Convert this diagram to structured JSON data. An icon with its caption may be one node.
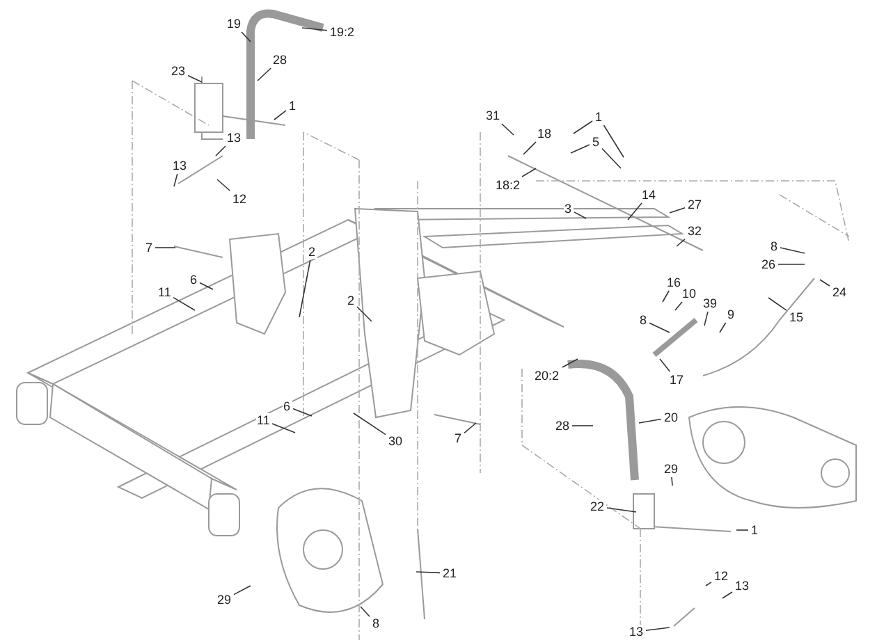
{
  "diagram": {
    "nodes": [
      {
        "text": [
          "19"
        ]
      },
      {
        "text": [
          "19:2"
        ]
      },
      {
        "text": [
          "23"
        ]
      },
      {
        "text": [
          "28"
        ]
      },
      {
        "text": [
          "1"
        ]
      },
      {
        "text": [
          "13"
        ]
      },
      {
        "text": [
          "13"
        ]
      },
      {
        "text": [
          "12"
        ]
      },
      {
        "text": [
          "7"
        ]
      },
      {
        "text": [
          "2"
        ]
      },
      {
        "text": [
          "6"
        ]
      },
      {
        "text": [
          "11"
        ]
      },
      {
        "text": [
          "2"
        ]
      },
      {
        "text": [
          "6"
        ]
      },
      {
        "text": [
          "11"
        ]
      },
      {
        "text": [
          "30"
        ]
      },
      {
        "text": [
          "7"
        ]
      },
      {
        "text": [
          "31"
        ]
      },
      {
        "text": [
          "18"
        ]
      },
      {
        "text": [
          "1"
        ]
      },
      {
        "text": [
          "5"
        ]
      },
      {
        "text": [
          "18:2"
        ]
      },
      {
        "text": [
          "3"
        ]
      },
      {
        "text": [
          "14"
        ]
      },
      {
        "text": [
          "27"
        ]
      },
      {
        "text": [
          "32"
        ]
      },
      {
        "text": [
          "8"
        ]
      },
      {
        "text": [
          "26"
        ]
      },
      {
        "text": [
          "24"
        ]
      },
      {
        "text": [
          "16"
        ]
      },
      {
        "text": [
          "10"
        ]
      },
      {
        "text": [
          "39"
        ]
      },
      {
        "text": [
          "9"
        ]
      },
      {
        "text": [
          "8"
        ]
      },
      {
        "text": [
          "15"
        ]
      },
      {
        "text": [
          "17"
        ]
      },
      {
        "text": [
          "20:2"
        ]
      },
      {
        "text": [
          "28"
        ]
      },
      {
        "text": [
          "20"
        ]
      },
      {
        "text": [
          "29"
        ]
      },
      {
        "text": [
          "22"
        ]
      },
      {
        "text": [
          "1"
        ]
      },
      {
        "text": [
          "12"
        ]
      },
      {
        "text": [
          "13"
        ]
      },
      {
        "text": [
          "13"
        ]
      },
      {
        "text": [
          "21"
        ]
      },
      {
        "text": [
          "29"
        ]
      },
      {
        "text": [
          "8"
        ]
      }
    ],
    "edges": [
      {
        "from": 0,
        "to": null,
        "arrow": "none"
      },
      {
        "from": 1,
        "to": null,
        "arrow": "none"
      },
      {
        "from": 2,
        "to": null,
        "arrow": "none"
      },
      {
        "from": 3,
        "to": null,
        "arrow": "none"
      },
      {
        "from": 4,
        "to": null,
        "arrow": "none"
      },
      {
        "from": 5,
        "to": null,
        "arrow": "none"
      },
      {
        "from": 6,
        "to": null,
        "arrow": "none"
      },
      {
        "from": 7,
        "to": null,
        "arrow": "none"
      },
      {
        "from": 8,
        "to": null,
        "arrow": "none"
      },
      {
        "from": 9,
        "to": null,
        "arrow": "none"
      },
      {
        "from": 10,
        "to": null,
        "arrow": "none"
      },
      {
        "from": 11,
        "to": null,
        "arrow": "none"
      },
      {
        "from": 12,
        "to": null,
        "arrow": "none"
      },
      {
        "from": 13,
        "to": null,
        "arrow": "none"
      },
      {
        "from": 14,
        "to": null,
        "arrow": "none"
      },
      {
        "from": 15,
        "to": null,
        "arrow": "none"
      },
      {
        "from": 16,
        "to": null,
        "arrow": "none"
      },
      {
        "from": 17,
        "to": null,
        "arrow": "none"
      },
      {
        "from": 18,
        "to": null,
        "arrow": "none"
      },
      {
        "from": 19,
        "to": null,
        "arrow": "none"
      },
      {
        "from": 19,
        "to": null,
        "arrow": "none"
      },
      {
        "from": 20,
        "to": null,
        "arrow": "none"
      },
      {
        "from": 20,
        "to": null,
        "arrow": "none"
      },
      {
        "from": 21,
        "to": null,
        "arrow": "none"
      },
      {
        "from": 22,
        "to": null,
        "arrow": "none"
      },
      {
        "from": 23,
        "to": null,
        "arrow": "none"
      },
      {
        "from": 24,
        "to": null,
        "arrow": "none"
      },
      {
        "from": 25,
        "to": null,
        "arrow": "none"
      },
      {
        "from": 26,
        "to": null,
        "arrow": "none"
      },
      {
        "from": 27,
        "to": null,
        "arrow": "none"
      },
      {
        "from": 28,
        "to": null,
        "arrow": "none"
      },
      {
        "from": 29,
        "to": null,
        "arrow": "none"
      },
      {
        "from": 30,
        "to": null,
        "arrow": "none"
      },
      {
        "from": 31,
        "to": null,
        "arrow": "none"
      },
      {
        "from": 32,
        "to": null,
        "arrow": "none"
      },
      {
        "from": 33,
        "to": null,
        "arrow": "none"
      },
      {
        "from": 34,
        "to": null,
        "arrow": "none"
      },
      {
        "from": 35,
        "to": null,
        "arrow": "none"
      },
      {
        "from": 36,
        "to": null,
        "arrow": "none"
      },
      {
        "from": 37,
        "to": null,
        "arrow": "none"
      },
      {
        "from": 38,
        "to": null,
        "arrow": "none"
      },
      {
        "from": 39,
        "to": null,
        "arrow": "none"
      },
      {
        "from": 40,
        "to": null,
        "arrow": "none"
      },
      {
        "from": 41,
        "to": null,
        "arrow": "none"
      },
      {
        "from": 42,
        "to": null,
        "arrow": "none"
      },
      {
        "from": 43,
        "to": null,
        "arrow": "none"
      },
      {
        "from": 44,
        "to": null,
        "arrow": "none"
      },
      {
        "from": 45,
        "to": null,
        "arrow": "none"
      },
      {
        "from": 46,
        "to": null,
        "arrow": "none"
      },
      {
        "from": 47,
        "to": null,
        "arrow": "none"
      }
    ]
  }
}
